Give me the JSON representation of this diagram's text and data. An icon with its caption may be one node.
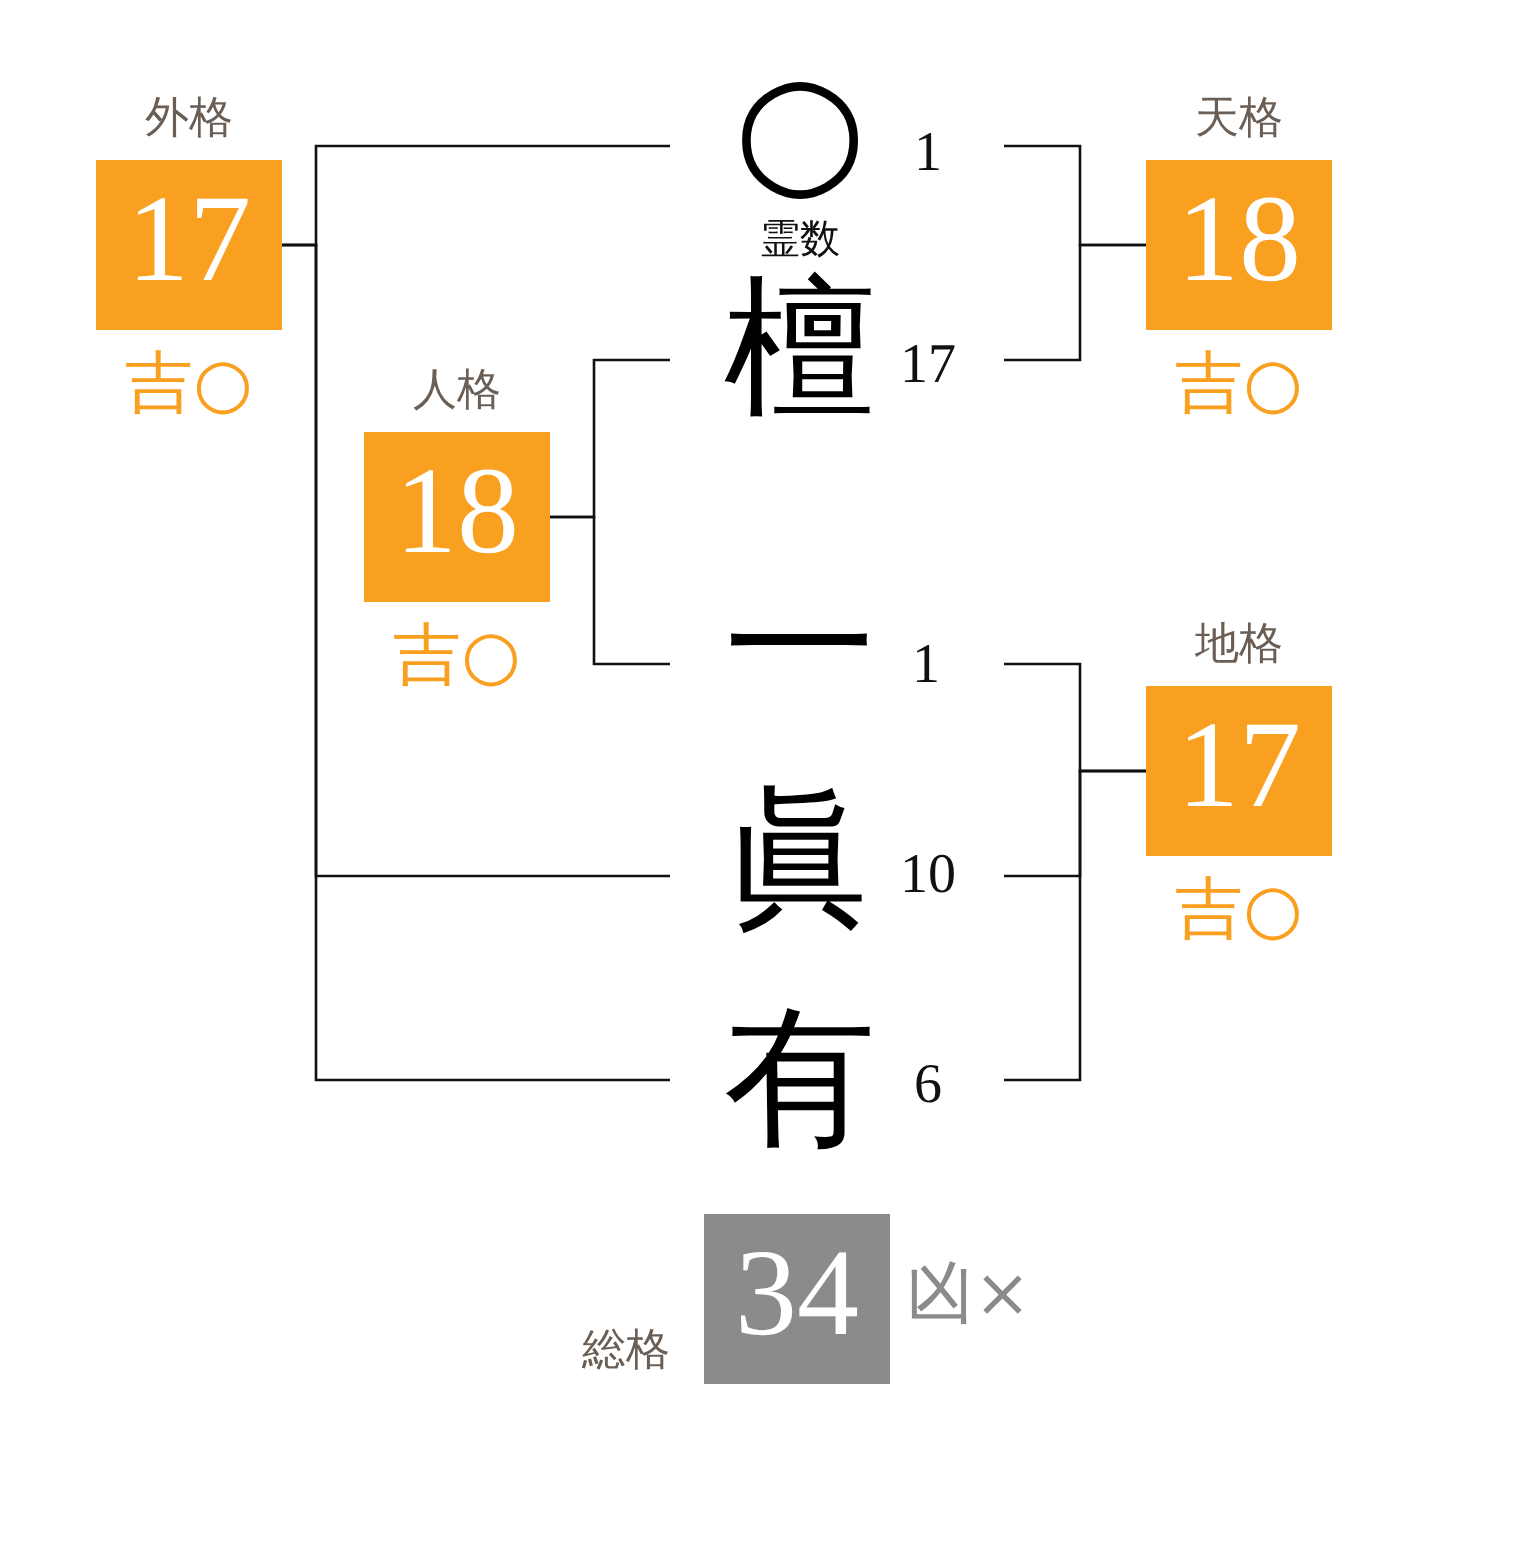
{
  "diagram": {
    "nodes": [
      {
        "text": [
          "外格",
          "17"
        ],
        "beside": [
          "吉○"
        ]
      },
      {
        "text": [
          "○"
        ],
        "beside": [
          "1",
          "霊数"
        ]
      },
      {
        "text": [
          "天格",
          "18"
        ],
        "beside": [
          "吉○"
        ]
      },
      {
        "text": [
          "檀"
        ],
        "beside": [
          "17"
        ]
      },
      {
        "text": [
          "人格",
          "18"
        ],
        "beside": [
          "吉○"
        ]
      },
      {
        "text": [
          "一"
        ],
        "beside": [
          "1"
        ]
      },
      {
        "text": [
          "地格",
          "17"
        ],
        "beside": [
          "吉○"
        ]
      },
      {
        "text": [
          "眞"
        ],
        "beside": [
          "10"
        ]
      },
      {
        "text": [
          "有"
        ],
        "beside": [
          "6"
        ]
      },
      {
        "text": [
          "総格",
          "34"
        ],
        "beside": [
          "凶×"
        ]
      }
    ],
    "edges": [
      {
        "from": 0,
        "to": 1,
        "arrow": "none"
      },
      {
        "from": 0,
        "to": 7,
        "arrow": "none"
      },
      {
        "from": 0,
        "to": 8,
        "arrow": "none"
      },
      {
        "from": 2,
        "to": 1,
        "arrow": "none"
      },
      {
        "from": 2,
        "to": 3,
        "arrow": "none"
      },
      {
        "from": 4,
        "to": 3,
        "arrow": "none"
      },
      {
        "from": 4,
        "to": 5,
        "arrow": "none"
      },
      {
        "from": 6,
        "to": 5,
        "arrow": "none"
      },
      {
        "from": 6,
        "to": 7,
        "arrow": "none"
      },
      {
        "from": 6,
        "to": 8,
        "arrow": "none"
      }
    ]
  }
}
